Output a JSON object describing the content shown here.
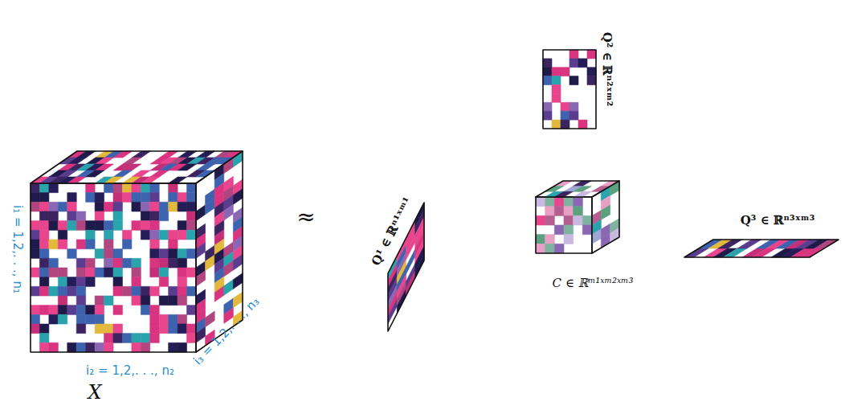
{
  "diagram": {
    "labels": [
      "i₁ = 1,2,. . ., n₁",
      "i₂ = 1,2,. . ., n₂",
      "i₃ = 1,2,. . ., n₃",
      "X",
      "≈",
      "Q¹ ∈ ℝⁿ¹ˣᵐ¹",
      "Q² ∈ ℝⁿ²ˣᵐ²",
      "C ∈ ℝᵐ¹ˣᵐ²ˣᵐ³",
      "Q³ ∈ ℝⁿ³ˣᵐ³"
    ]
  }
}
